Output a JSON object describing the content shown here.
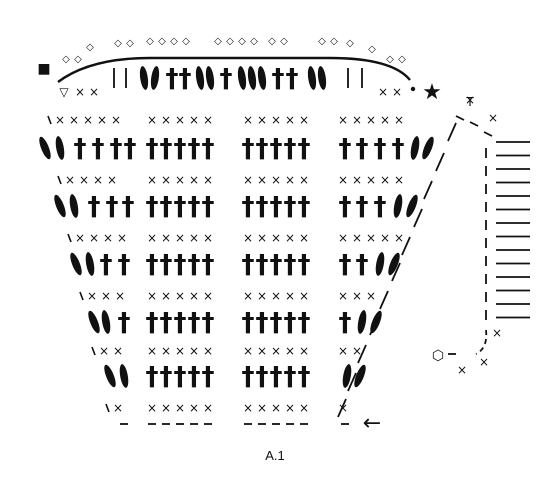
{
  "caption": "A.1",
  "symbols": {
    "single_crochet": "×",
    "treble": "†",
    "slip_stitch": "-",
    "start": "■",
    "end": "★",
    "direction": "←",
    "chain_loop": "◇",
    "triangle": "▽",
    "hexagon": "⬡"
  },
  "top_row": {
    "diamond_groups": [
      2,
      1,
      2,
      4,
      4,
      2,
      2,
      1,
      1,
      2
    ]
  }
}
